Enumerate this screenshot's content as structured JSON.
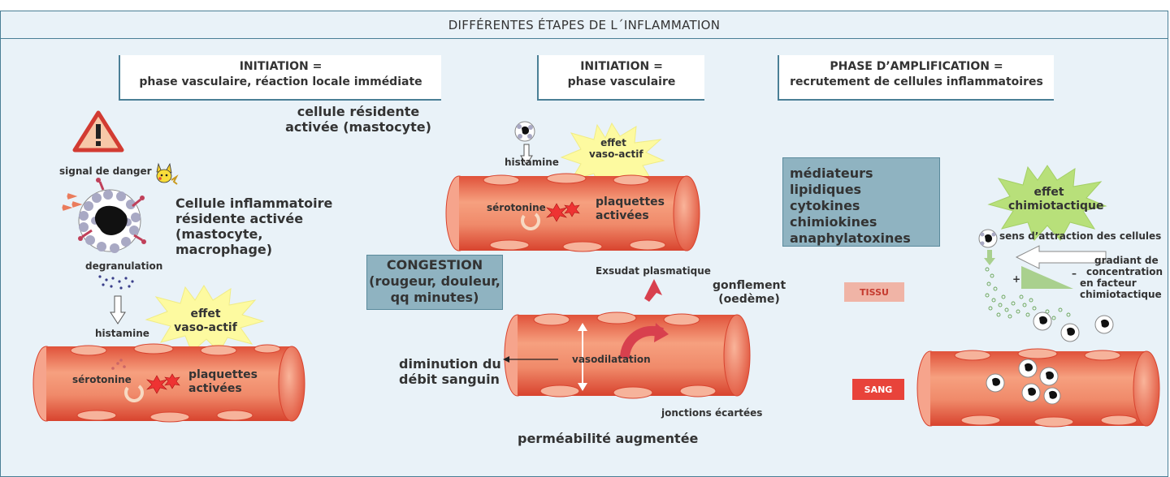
{
  "title": "DIFFÉRENTES ÉTAPES DE L´INFLAMMATION",
  "panel1": {
    "header_line1": "INITIATION =",
    "header_line2": "phase vasculaire, réaction locale immédiate",
    "resident_label_line1": "cellule résidente",
    "resident_label_line2": "activée (mastocyte)",
    "danger_signal": "signal de danger",
    "cell_line1": "Cellule inflammatoire",
    "cell_line2": "résidente activée",
    "cell_line3": "(mastocyte,",
    "cell_line4": "macrophage)",
    "degranulation": "degranulation",
    "effect_line1": "effet",
    "effect_line2": "vaso-actif",
    "histamine": "histamine",
    "serotonin": "sérotonine",
    "platelets_line1": "plaquettes",
    "platelets_line2": "activées"
  },
  "panel2": {
    "header_line1": "INITIATION =",
    "header_line2": "phase vasculaire",
    "effect_line1": "effet",
    "effect_line2": "vaso-actif",
    "histamine": "histamine",
    "serotonin": "sérotonine",
    "platelets_line1": "plaquettes",
    "platelets_line2": "activées",
    "congestion_line1": "CONGESTION",
    "congestion_line2": "(rougeur, douleur,",
    "congestion_line3": "qq minutes)",
    "exudate": "Exsudat plasmatique",
    "swelling_line1": "gonflement",
    "swelling_line2": "(oedème)",
    "flow_line1": "diminution du",
    "flow_line2": "débit sanguin",
    "vasodilation": "vasodilatation",
    "junctions": "jonctions écartées",
    "permeability": "perméabilité augmentée"
  },
  "panel3": {
    "header_line1": "PHASE D’AMPLIFICATION =",
    "header_line2": "recrutement de cellules inflammatoires",
    "mediators": [
      "médiateurs lipidiques",
      "cytokines",
      "chimiokines",
      "anaphylatoxines"
    ],
    "effect_line1": "effet",
    "effect_line2": "chimiotactique",
    "attraction": "sens d’attraction des cellules",
    "plus": "+",
    "minus": "–",
    "gradient": [
      "gradiant de",
      "concentration",
      "en facteur",
      "chimiotactique"
    ],
    "tissue": "TISSU",
    "blood": "SANG"
  },
  "colors": {
    "frame_border": "#4a7f96",
    "background": "#e9f2f8",
    "vessel": "#f0735a",
    "vessel_dark": "#d8432e",
    "starburst": "#fdfaa0",
    "teal_box": "#8fb3c1",
    "tissue_tag": "#f0b4a6",
    "blood_tag": "#e8433a",
    "gradient_green": "#a9d08e"
  }
}
